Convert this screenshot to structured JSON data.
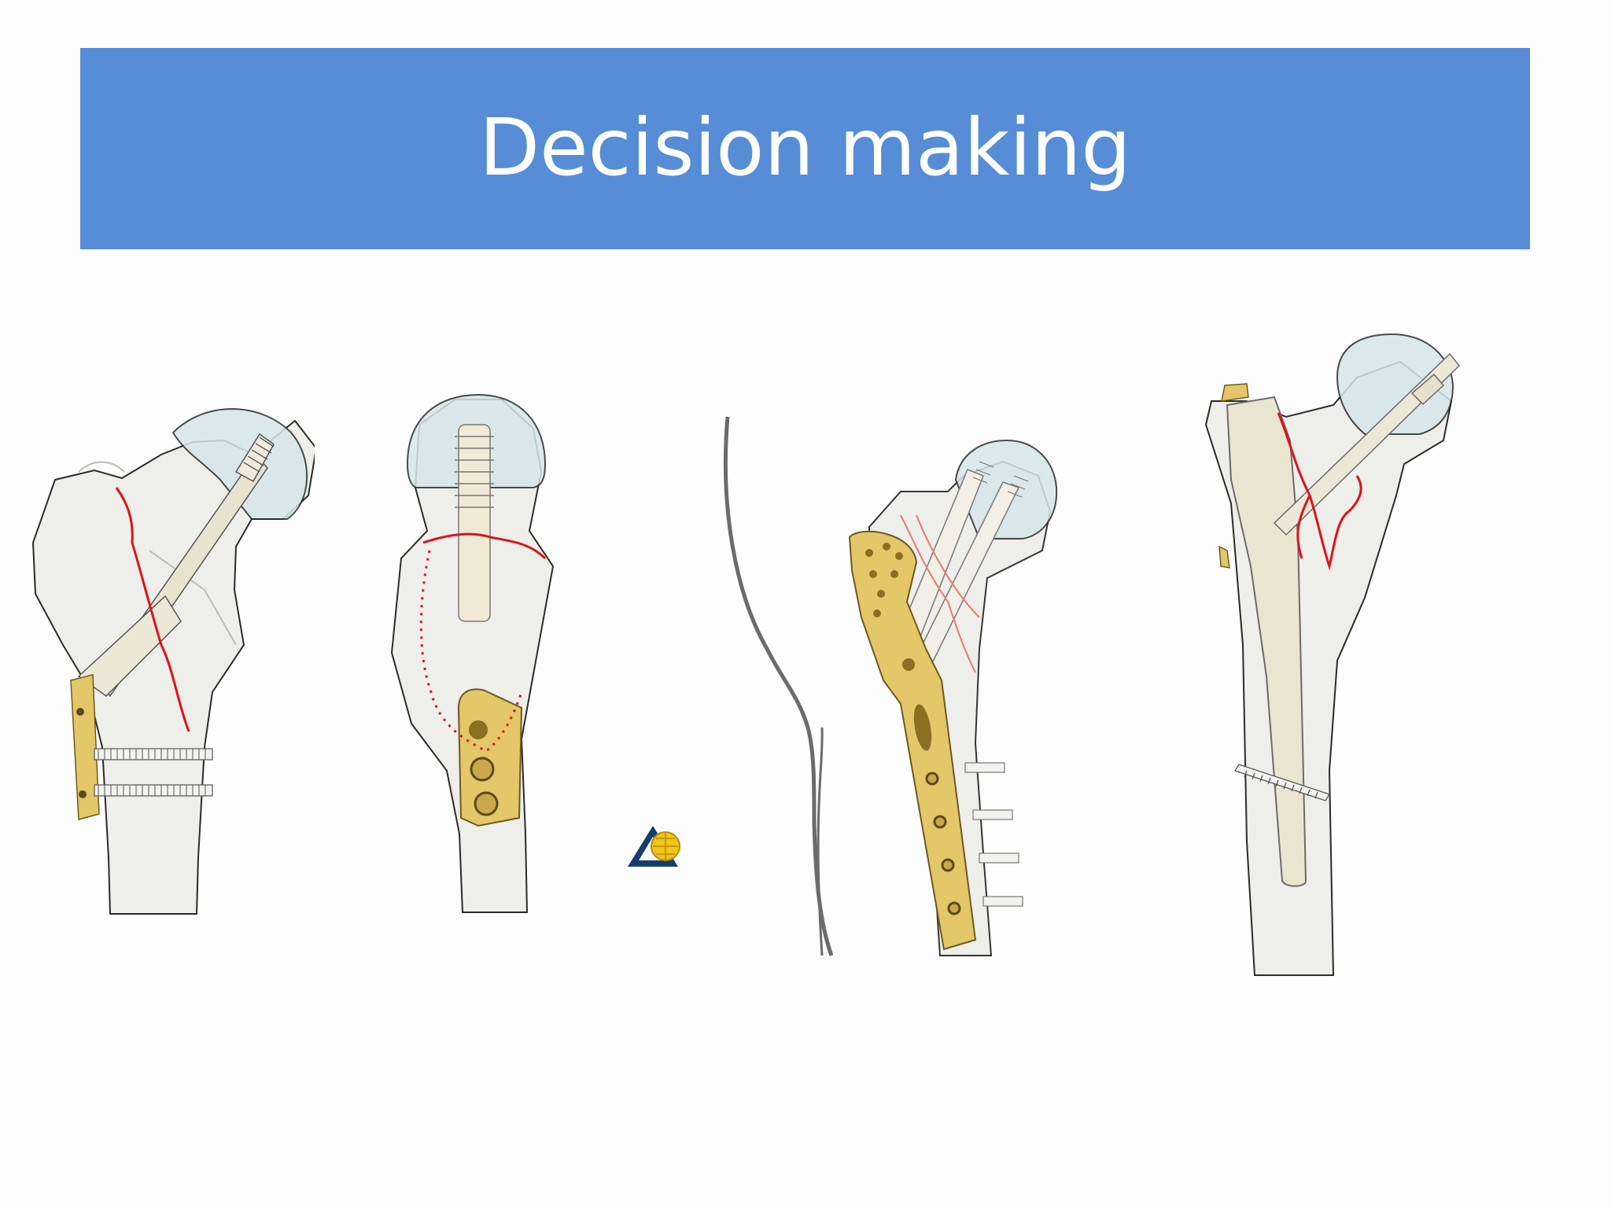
{
  "slide": {
    "title": "Decision making"
  },
  "figures": [
    {
      "id": "dhs-lateral",
      "icon": "femur-sliding-hip-screw-illustration"
    },
    {
      "id": "dhs-ap",
      "icon": "femur-sliding-hip-screw-ap-illustration"
    },
    {
      "id": "ao-logo",
      "icon": "ao-foundation-logo"
    },
    {
      "id": "locking-plate",
      "icon": "femur-proximal-locking-plate-illustration"
    },
    {
      "id": "intramedullary-nail",
      "icon": "femur-cephalomedullary-nail-illustration"
    }
  ],
  "colors": {
    "banner": "#578dd6",
    "title_text": "#ffffff",
    "bone_fill": "#eeeeea",
    "bone_outline": "#2b2b2b",
    "cartilage": "#d6e6e8",
    "implant_gold": "#e3c768",
    "fracture_line": "#d9141c"
  }
}
